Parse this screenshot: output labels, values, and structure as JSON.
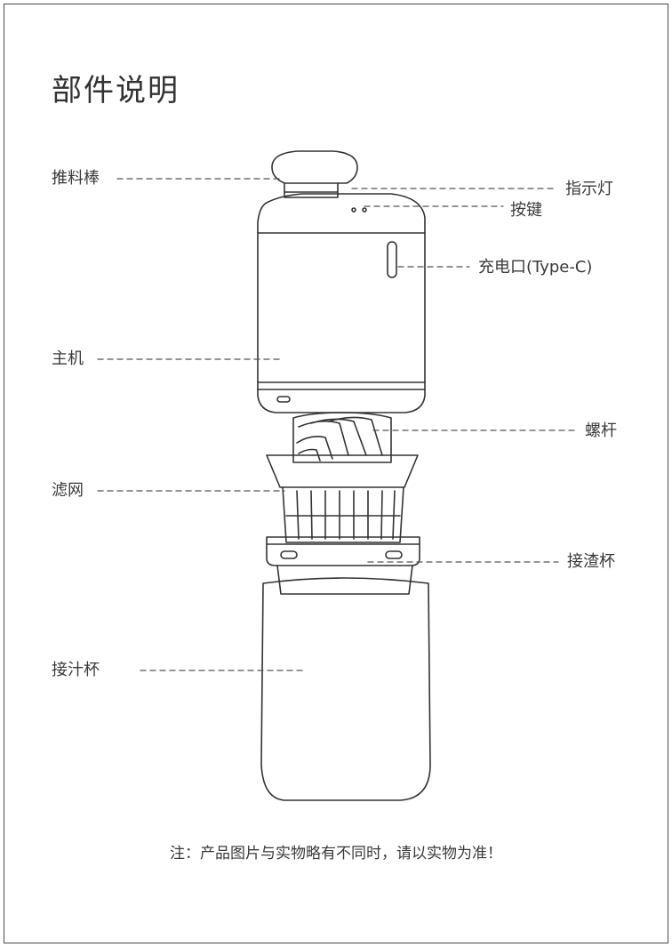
{
  "page": {
    "title": "部件说明",
    "note": "注：产品图片与实物略有不同时，请以实物为准！"
  },
  "labels": {
    "push_rod": "推料棒",
    "indicator": "指示灯",
    "button": "按键",
    "charge_port": "充电口(Type-C)",
    "host": "主机",
    "screw": "螺杆",
    "filter": "滤网",
    "residue_cup": "接渣杯",
    "juice_cup": "接汁杯"
  }
}
